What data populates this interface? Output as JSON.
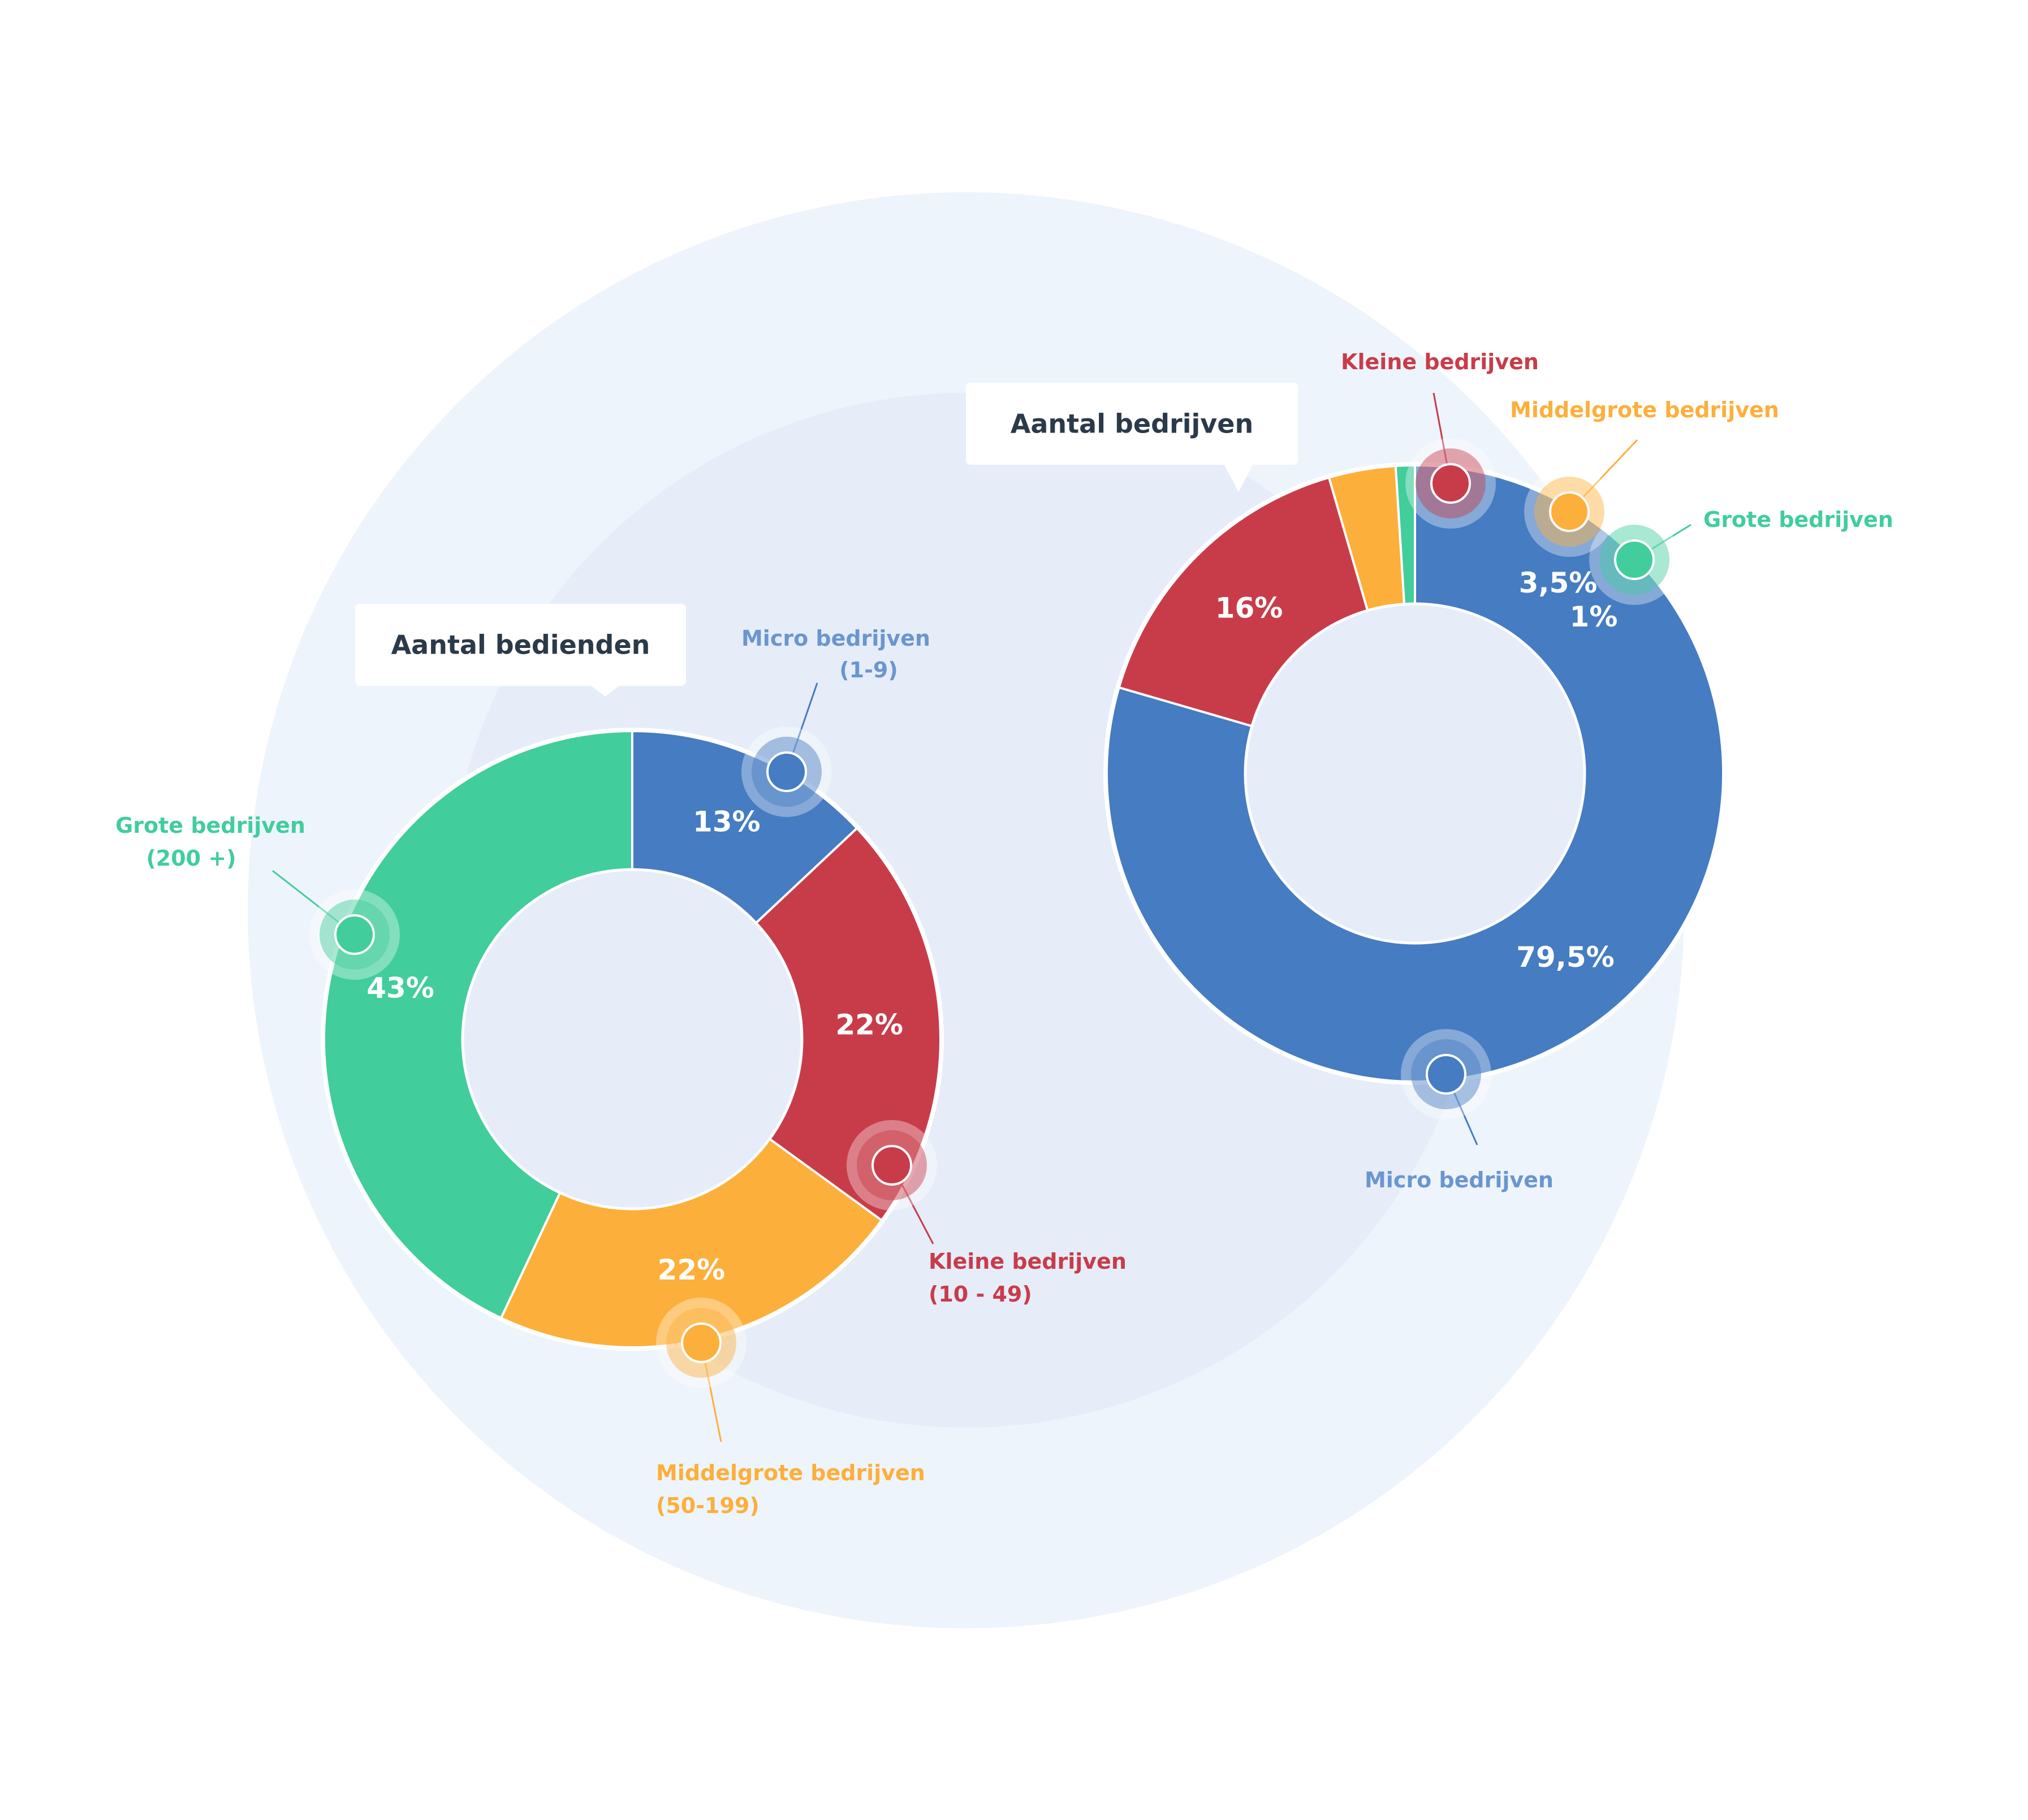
{
  "colors": {
    "micro": "#457CC2",
    "klein": "#C83C4A",
    "middel": "#FDAF3B",
    "groot": "#41CD9C",
    "micro_label": "#6A96CF",
    "bg_outer": "#EEF4FC",
    "bg_inner": "#E6EDF8",
    "title": "#2B3A4A"
  },
  "chart_data": [
    {
      "type": "pie",
      "title": "Aantal bedienden",
      "slices": [
        {
          "key": "micro",
          "value": 13,
          "display": "13%",
          "label_lines": [
            "Micro bedrijven",
            "(1-9)"
          ]
        },
        {
          "key": "klein",
          "value": 22,
          "display": "22%",
          "label_lines": [
            "Kleine bedrijven",
            "(10 - 49)"
          ]
        },
        {
          "key": "middel",
          "value": 22,
          "display": "22%",
          "label_lines": [
            "Middelgrote bedrijven",
            "(50-199)"
          ]
        },
        {
          "key": "groot",
          "value": 43,
          "display": "43%",
          "label_lines": [
            "Grote bedrijven",
            "(200 +)"
          ]
        }
      ]
    },
    {
      "type": "pie",
      "title": "Aantal bedrijven",
      "slices": [
        {
          "key": "micro",
          "value": 79.5,
          "display": "79,5%",
          "label_lines": [
            "Micro bedrijven"
          ]
        },
        {
          "key": "klein",
          "value": 16,
          "display": "16%",
          "label_lines": [
            "Kleine bedrijven"
          ]
        },
        {
          "key": "middel",
          "value": 3.5,
          "display": "3,5%",
          "label_lines": [
            "Middelgrote bedrijven"
          ]
        },
        {
          "key": "groot",
          "value": 1,
          "display": "1%",
          "label_lines": [
            "Grote bedrijven"
          ]
        }
      ]
    }
  ]
}
